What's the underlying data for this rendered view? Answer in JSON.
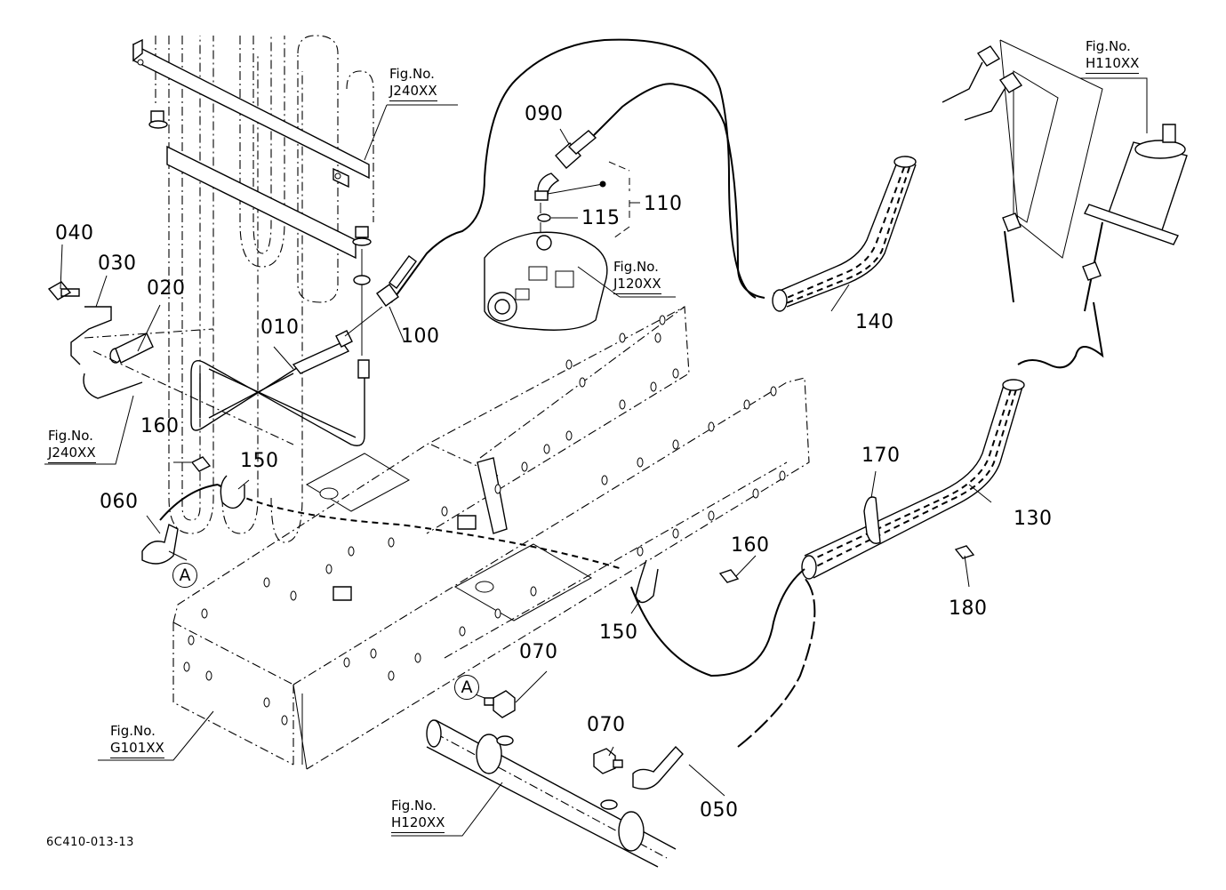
{
  "diagram": {
    "type": "exploded-parts-diagram",
    "drawing_code": "6C410-013-13",
    "part_callouts": [
      {
        "id": "p010",
        "label": "010"
      },
      {
        "id": "p020",
        "label": "020"
      },
      {
        "id": "p030",
        "label": "030"
      },
      {
        "id": "p040",
        "label": "040"
      },
      {
        "id": "p050",
        "label": "050"
      },
      {
        "id": "p060",
        "label": "060"
      },
      {
        "id": "p070a",
        "label": "070"
      },
      {
        "id": "p070b",
        "label": "070"
      },
      {
        "id": "p090",
        "label": "090"
      },
      {
        "id": "p100",
        "label": "100"
      },
      {
        "id": "p110",
        "label": "110"
      },
      {
        "id": "p115",
        "label": "115"
      },
      {
        "id": "p130",
        "label": "130"
      },
      {
        "id": "p140",
        "label": "140"
      },
      {
        "id": "p150a",
        "label": "150"
      },
      {
        "id": "p150b",
        "label": "150"
      },
      {
        "id": "p160a",
        "label": "160"
      },
      {
        "id": "p160b",
        "label": "160"
      },
      {
        "id": "p170",
        "label": "170"
      },
      {
        "id": "p180",
        "label": "180"
      }
    ],
    "figure_refs": [
      {
        "id": "j240_top",
        "prefix": "Fig.No.",
        "code": "J240XX"
      },
      {
        "id": "j240_left",
        "prefix": "Fig.No.",
        "code": "J240XX"
      },
      {
        "id": "j120",
        "prefix": "Fig.No.",
        "code": "J120XX"
      },
      {
        "id": "h110",
        "prefix": "Fig.No.",
        "code": "H110XX"
      },
      {
        "id": "g101",
        "prefix": "Fig.No.",
        "code": "G101XX"
      },
      {
        "id": "h120",
        "prefix": "Fig.No.",
        "code": "H120XX"
      }
    ],
    "connection_markers": [
      {
        "id": "a1",
        "label": "A"
      },
      {
        "id": "a2",
        "label": "A"
      }
    ]
  }
}
